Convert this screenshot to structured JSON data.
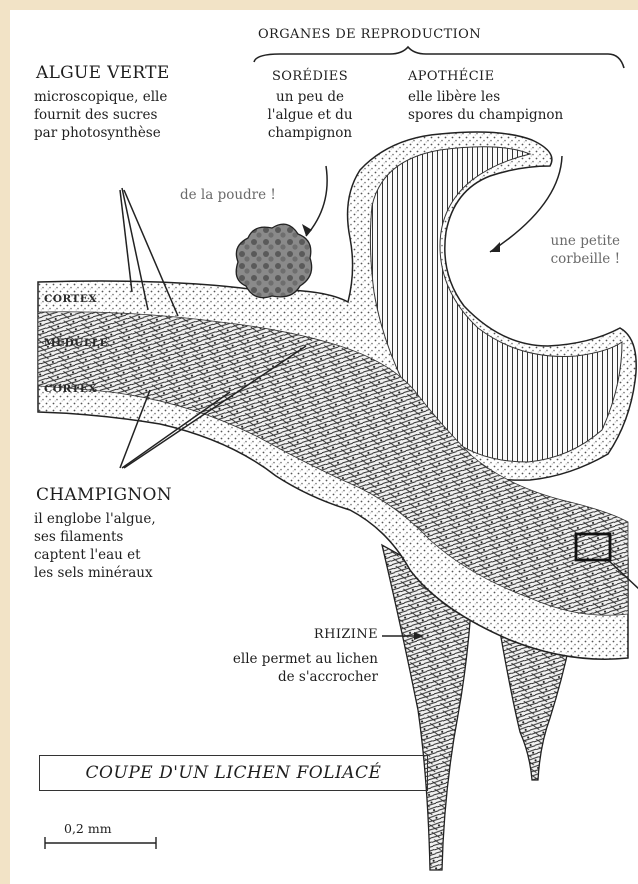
{
  "header": {
    "organes": "ORGANES DE REPRODUCTION"
  },
  "algue": {
    "title": "ALGUE VERTE",
    "lines": [
      "microscopique, elle",
      "fournit des sucres",
      "par photosynthèse"
    ]
  },
  "soredies": {
    "title": "SORÉDIES",
    "lines": [
      "un peu de",
      "l'algue et du",
      "champignon"
    ],
    "note": "de la poudre !"
  },
  "apothecie": {
    "title": "APOTHÉCIE",
    "lines": [
      "elle libère les",
      "spores du champignon"
    ],
    "note_lines": [
      "une petite",
      "corbeille !"
    ]
  },
  "layers": {
    "cortex_top": "CORTEX",
    "medulla": "MÉDULLE",
    "cortex_bottom": "CORTEX"
  },
  "champignon": {
    "title": "CHAMPIGNON",
    "lines": [
      "il englobe l'algue,",
      "ses filaments",
      "captent l'eau et",
      "les sels minéraux"
    ]
  },
  "rhizine": {
    "title": "RHIZINE",
    "lines": [
      "elle permet au lichen",
      "de s'accrocher"
    ]
  },
  "caption": "COUPE D'UN LICHEN FOLIACÉ",
  "scale": {
    "label": "0,2 mm"
  },
  "colors": {
    "page_bg": "#f2e3c6",
    "paper": "#ffffff",
    "ink": "#1e1e1e",
    "note_grey": "#6a6a6a"
  }
}
